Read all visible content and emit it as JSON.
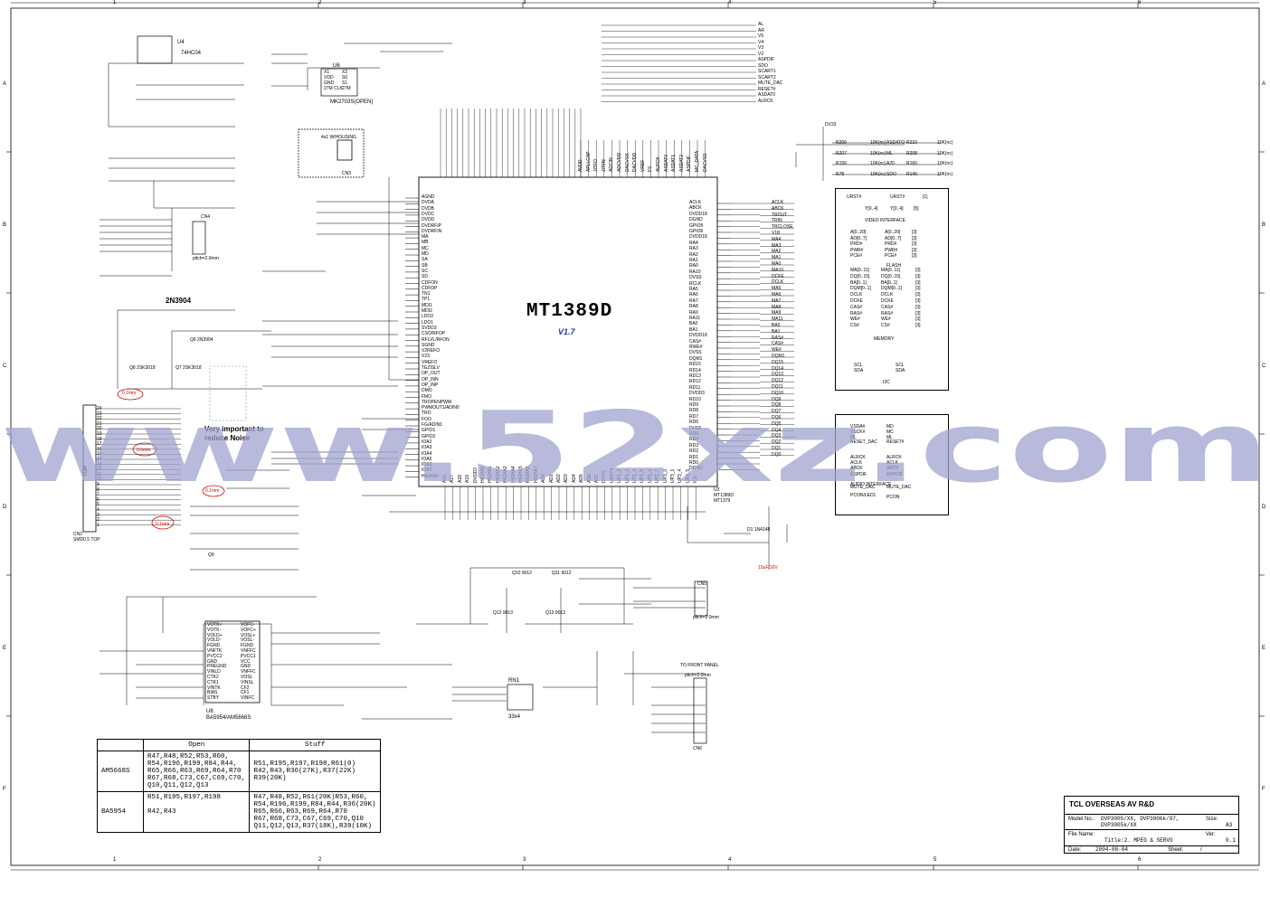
{
  "frame": {
    "columns": [
      "1",
      "2",
      "3",
      "4",
      "5",
      "6"
    ],
    "rows": [
      "A",
      "B",
      "C",
      "D",
      "E",
      "F"
    ]
  },
  "watermark": {
    "text": "www.52xz.com",
    "color": "#9fa3cf"
  },
  "chip": {
    "part": "MT1389D",
    "version": "V1.7",
    "ref_lines": [
      "U3",
      "MT1389D",
      "MT1379"
    ]
  },
  "notes": {
    "noise_note_line1": "Very important to",
    "noise_note_line2": "reduce Noise",
    "annot_1": "0.1mm",
    "annot_2": "0.6mm",
    "annot_3": "0.1mm",
    "annot_4": "0.1mm",
    "cap_note": "10uF/16V",
    "open_note": "(OPEN)"
  },
  "connectors": {
    "cn2_name": "CN2",
    "cn2_desc": "SMD0.5 TOP",
    "cn2_side": "TOP",
    "cn3_name": "CN3",
    "cn3_desc": "4x1 W/HOUSING",
    "cn4_name": "CN4",
    "cn4_desc": "pitch=2.0mm",
    "cn5_name": "CN5",
    "cn5_desc": "pitch=2.0mm",
    "cn6_name": "CN6",
    "cn6_desc": "pitch=2.0mm",
    "front_panel": "TO FRONT PANEL"
  },
  "ics": {
    "u4": "U4",
    "u4_part": "74HC04",
    "u6": "U6",
    "u6_part": "MK2703S(OPEN)",
    "u6_pins": [
      "X1",
      "X2",
      "VDD",
      "S0",
      "GND",
      "S1",
      "27M CLK",
      "27M"
    ],
    "u8": "U8",
    "u8_part": "BA5954/AM5668S",
    "u8_pins_left": [
      "VOTK+",
      "VOTK-",
      "VOLD+",
      "VOLD-",
      "FGND",
      "VNFTK",
      "PVCC2",
      "GND",
      "PREGND",
      "VINLD",
      "CTK2",
      "CTK1",
      "VINTK",
      "BIAS",
      "STBY"
    ],
    "u8_pins_right": [
      "VOFC-",
      "VOFC+",
      "VOSL+",
      "VOSL-",
      "FGND",
      "VNFFC",
      "PVCC1",
      "VCC",
      "GND",
      "VNFFC",
      "VOSL",
      "VINSL",
      "CF2",
      "CF1",
      "VINFC"
    ],
    "rn1": "RN1",
    "rn1_val": "33x4"
  },
  "transistors": {
    "q6": "Q6 2N3904",
    "q7": "Q7 2SK3018",
    "q8": "Q8 2SK3018",
    "q9": "Q9",
    "q_head": "2N3904",
    "q10": "Q10 9012",
    "q11": "Q11 9012",
    "q12": "Q12 9013",
    "q13": "Q13 9013",
    "d1": "D1 1N4148"
  },
  "left_pins": [
    "AL",
    "AR",
    "V5",
    "V4",
    "V3",
    "V2",
    "ASPDIF",
    "SDO",
    "SCART1",
    "SCART2",
    "MUTE_DAC",
    "RESET#",
    "ASDAT0",
    "ALRCK"
  ],
  "chip_left_pins": [
    "AGND",
    "DVDA",
    "DVDB",
    "DVDC",
    "DVDD",
    "DVDRFIP",
    "DVDRFIN",
    "MA",
    "MB",
    "MC",
    "MD",
    "SA",
    "SB",
    "SC",
    "SD",
    "CDFON",
    "CDFOP",
    "TN1",
    "TP1",
    "MDI1",
    "MDI2",
    "LDO2",
    "LDO1",
    "SVDD3",
    "CSO/RFOP",
    "RFLVL/RFON",
    "SGND",
    "V2REFO",
    "V23",
    "VREFO",
    "TEZISLV",
    "OP_OUT",
    "OP_INN",
    "OP_INP",
    "DMO",
    "FMO",
    "TROPENPWM",
    "PWMOUT1/ADIN0",
    "TRO",
    "FOO",
    "FG/ADIN1",
    "GPIO1",
    "GPIO2",
    "IOA2",
    "IOA3",
    "IOA4",
    "IOA5",
    "IOA6",
    "IOA7",
    "HIGHA0"
  ],
  "chip_right_pins": [
    "ACLK",
    "ABCK",
    "DVDD18",
    "DGND",
    "GPIO5",
    "GPIO6",
    "DVDD18",
    "RA4",
    "RA3",
    "RA2",
    "RA1",
    "RA0",
    "RA10",
    "DVSS",
    "RCLK",
    "RA5",
    "RA6",
    "RA7",
    "RA8",
    "RA9",
    "RA11",
    "BA0",
    "BA1",
    "DVDD18",
    "CAS#",
    "RWE#",
    "DVSS",
    "DQM1",
    "RD15",
    "RD14",
    "RD13",
    "RD12",
    "RD11",
    "DVDD3",
    "RD10",
    "RD9",
    "RD8",
    "RD7",
    "RD6",
    "DVSS",
    "RD5",
    "RD4",
    "RD3",
    "RD2",
    "RD1",
    "RD0",
    "DGND"
  ],
  "chip_right_nets": [
    "ACLK",
    "ABCK",
    "TROUT",
    "TRIN",
    "TRCLOSE",
    "V18",
    "MA4",
    "MA3",
    "MA2",
    "MA1",
    "MA0",
    "MA10",
    "DCKE",
    "DCLK",
    "MA5",
    "MA6",
    "MA7",
    "MA8",
    "MA9",
    "MA11",
    "BA0",
    "BA1",
    "RAS#",
    "CAS#",
    "WE#",
    "DQM1",
    "DQ15",
    "DQ14",
    "DQ13",
    "DQ12",
    "DQ11",
    "DQ10",
    "DQ9",
    "DQ8",
    "DQ7",
    "DQ6",
    "DQ5",
    "DQ4",
    "DQ3",
    "DQ2",
    "DQ1",
    "DQ0"
  ],
  "chip_top_pins": [
    "AVDD",
    "APLLCAP",
    "JITFO",
    "JITFN",
    "ADCIN",
    "ADCVDD",
    "DACVSS",
    "DACVDD",
    "VREF",
    "FS",
    "ALRCK",
    "ASDAT0",
    "ASDAT1",
    "ASDAT2",
    "ASPDIF",
    "MC_DATA",
    "DACVSS"
  ],
  "chip_bottom_pins": [
    "A16",
    "A17",
    "A18",
    "A19",
    "DVDD3",
    "HIGHA0",
    "HIGHA1",
    "HIGHA2",
    "HIGHA3",
    "HIGHA4",
    "HIGHA5",
    "HIGHA6",
    "HIGHA7",
    "AD0",
    "AD1",
    "AD2",
    "AD3",
    "AD4",
    "AD5",
    "AD6",
    "AD7",
    "DVSS",
    "URST#",
    "UP1_2",
    "UP1_3",
    "UP1_4",
    "UP1_5",
    "UP1_6",
    "UP1_7",
    "UP3_0",
    "UP3_1",
    "UP3_4",
    "UP3_5",
    "ICE"
  ],
  "right_panel": {
    "dv33": "DV33",
    "sdata": [
      [
        "R206",
        "10K(nc)",
        "ASDATO",
        "R210",
        "10K(nc)"
      ],
      [
        "R207",
        "10K(nc)",
        "ML",
        "R208",
        "10K(nc)"
      ],
      [
        "R156",
        "10K(nc)",
        "A20",
        "R160",
        "10K(nc)"
      ],
      [
        "R78",
        "10K(nc)",
        "SDO",
        "R140",
        "10K(nc)"
      ]
    ],
    "urst": [
      "URST#",
      "URST#",
      "[1]"
    ],
    "y": [
      "Y[0..4]",
      "Y[0..4]",
      "[5]"
    ],
    "video_title": "VIDEO INTERFACE",
    "addr": [
      [
        "A[0..20]",
        "A[0..20]",
        "[3]"
      ],
      [
        "AD[0..7]",
        "AD[0..7]",
        "[3]"
      ],
      [
        "PRD#",
        "PRD#",
        "[3]"
      ],
      [
        "PWR#",
        "PWR#",
        "[3]"
      ],
      [
        "PCE#",
        "PCE#",
        "[3]"
      ]
    ],
    "flash_title": "FLASH",
    "mem": [
      [
        "MA[0..11]",
        "MA[0..11]",
        "[3]"
      ],
      [
        "DQ[0..15]",
        "DQ[0..15]",
        "[3]"
      ],
      [
        "BA[0..1]",
        "BA[0..1]",
        "[3]"
      ],
      [
        "DQM[0..1]",
        "DQM[0..1]",
        "[3]"
      ],
      [
        "DCLK",
        "DCLK",
        "[3]"
      ],
      [
        "DCKE",
        "DCKE",
        "[3]"
      ],
      [
        "CAS#",
        "CAS#",
        "[3]"
      ],
      [
        "RAS#",
        "RAS#",
        "[3]"
      ],
      [
        "WE#",
        "WE#",
        "[3]"
      ],
      [
        "CS#",
        "CS#",
        "[3]"
      ]
    ],
    "memory_title": "MEMORY",
    "i2c": [
      [
        "SCL",
        "SCL"
      ],
      [
        "SDA",
        "SDA"
      ]
    ],
    "i2c_title": "I2C",
    "audio": [
      [
        "VSDA#",
        "MD"
      ],
      [
        "VSCK#",
        "MC"
      ],
      [
        "ML",
        "ML"
      ],
      [
        "RESET_DAC",
        "RESET#"
      ],
      [
        "ALRCK",
        "ALRCK"
      ],
      [
        "ACLK",
        "ACLK"
      ],
      [
        "ABCK",
        "ABCK"
      ],
      [
        "ASPDIF",
        "ASPDIF"
      ],
      [
        "MUTE_DAC",
        "MUTE_DAC"
      ]
    ],
    "audio_title": "AUDIO INTERFACE",
    "pcon": [
      "PCON/LED1",
      "PCON"
    ]
  },
  "bom_table": {
    "headers": [
      "",
      "Open",
      "Stuff"
    ],
    "rows": [
      {
        "model": "AM5668S",
        "open": [
          "R47,R48,R52,R53,R60,",
          "R54,R196,R199,R84,R44,",
          "R65,R66,R63,R69,R64,R70",
          "R67,R68,C73,C67,C69,C70,",
          "Q10,Q11,Q12,Q13"
        ],
        "stuff": [
          "R51,R195,R197,R198,R61(0)",
          "R42,R43,R36(27K),R37(22K)",
          "R39(20K)"
        ]
      },
      {
        "model": "BA5954",
        "open": [
          "R51,R195,R197,R198",
          "",
          "R42,R43"
        ],
        "stuff": [
          "R47,R48,R52,R61(20K)R53,R60,",
          "R54,R196,R199,R84,R44,R36(20K)",
          "R65,R66,R63,R69,R64,R70",
          "R67,R68,C73,C67,C69,C70,Q10",
          "Q11,Q12,Q13,R37(18K),R39(10K)"
        ]
      }
    ]
  },
  "title_block": {
    "company": "TCL OVERSEAS AV R&D",
    "model_label": "Model No.:",
    "model_value": "DVP3005/XX, DVP3006k/97,",
    "model_value2": "DVP3005k/XX",
    "size_label": "Size:",
    "size_value": "A3",
    "file_label": "File Name:",
    "title_value": "Title:2. MPEG & SERVO",
    "ver_label": "Ver:",
    "ver_value": "0.1",
    "date_label": "Date:",
    "date_value": "2004-08-04",
    "sheet_label": "Sheet:",
    "sheet_value": "/"
  }
}
